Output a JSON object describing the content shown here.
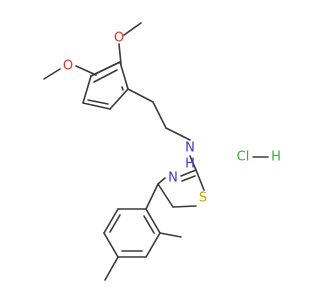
{
  "structure": {
    "atoms": {
      "o_upper": "O",
      "o_lower": "O",
      "nh_n": "N",
      "nh_h": "H",
      "ring_n": "N",
      "ring_s": "S",
      "cl": "Cl",
      "h": "H"
    },
    "colors": {
      "bond": "#3a3a3a",
      "O": "#e0342f",
      "N": "#3b3bd6",
      "S": "#c9a400",
      "Cl": "#2fb52f",
      "H": "#2fb52f"
    }
  }
}
